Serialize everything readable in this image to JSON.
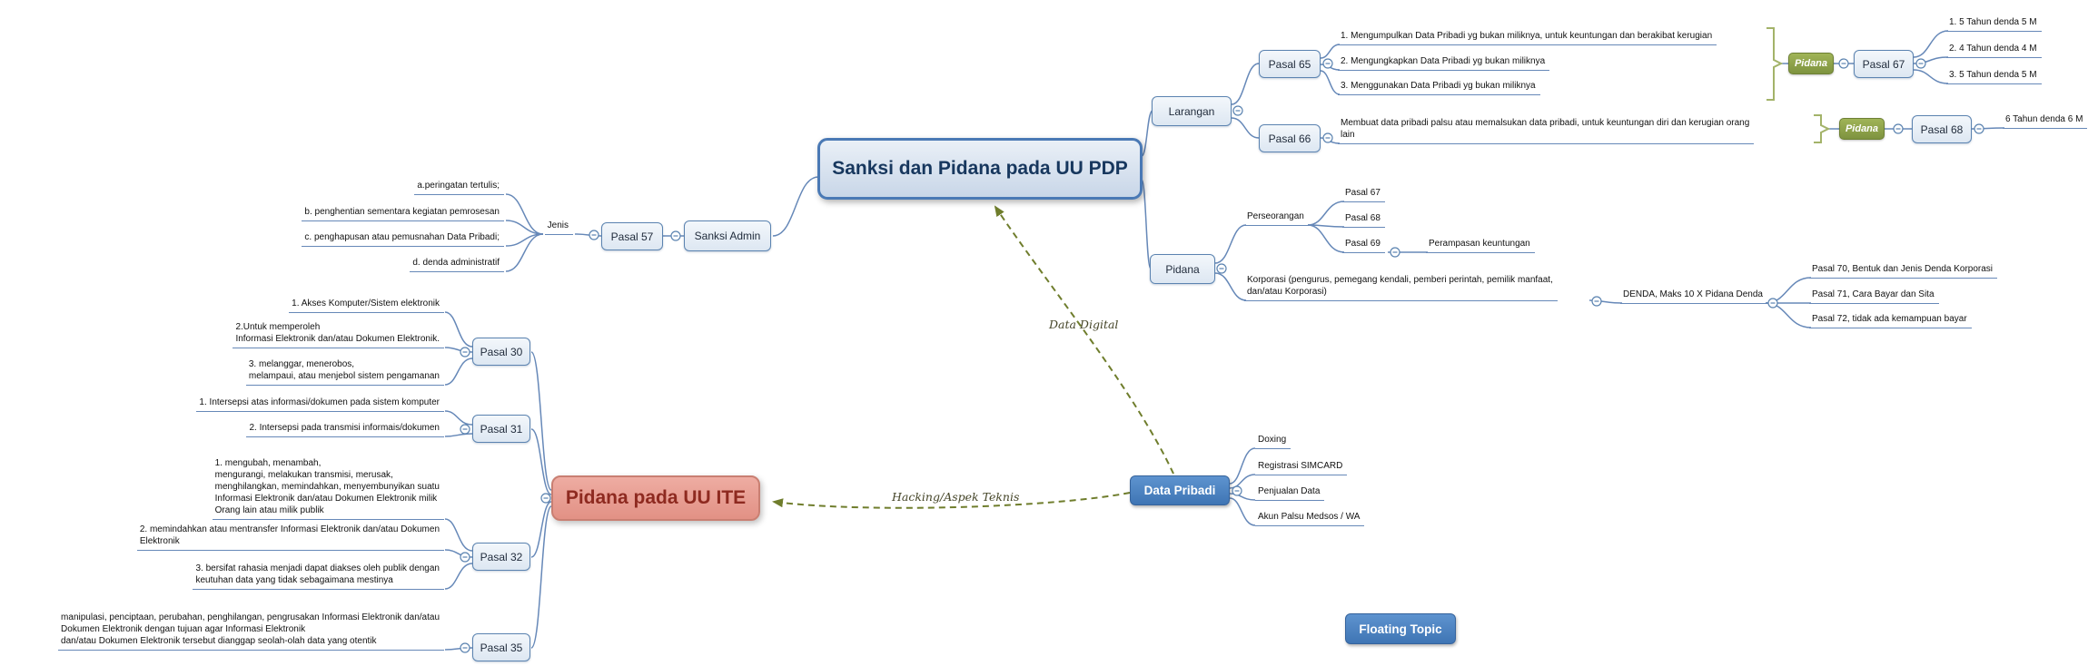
{
  "central": {
    "title": "Sanksi dan Pidana pada UU PDP"
  },
  "colors": {
    "node_border": "#5b83b0",
    "node_fill": "#e7eef7",
    "line_blue": "#6688b8",
    "accent_green": "#8a9e49",
    "accent_blue": "#4f86c6",
    "salmon": "#e9a096",
    "salmon_text": "#8e2a20",
    "relation_olive": "#6f7d2c",
    "bracket_green": "#a3b369"
  },
  "branches": {
    "larangan": {
      "label": "Larangan",
      "pasal65": {
        "label": "Pasal 65",
        "items": [
          "1. Mengumpulkan Data Pribadi yg bukan miliknya, untuk keuntungan dan berakibat kerugian",
          "2. Mengungkapkan Data Pribadi yg bukan miliknya",
          "3. Menggunakan Data Pribadi yg bukan miliknya"
        ]
      },
      "pidana1": "Pidana",
      "pasal67": {
        "label": "Pasal 67",
        "items": [
          "1. 5 Tahun denda 5 M",
          "2. 4 Tahun denda 4 M",
          "3. 5 Tahun denda 5 M"
        ]
      },
      "pasal66": {
        "label": "Pasal 66",
        "desc": "Membuat data pribadi palsu atau memalsukan data pribadi, untuk keuntungan diri dan kerugian orang\nlain"
      },
      "pidana2": "Pidana",
      "pasal68": {
        "label": "Pasal 68",
        "desc": "6 Tahun denda 6 M"
      }
    },
    "pidana": {
      "label": "Pidana",
      "perseorangan": {
        "label": "Perseorangan",
        "items": [
          "Pasal 67",
          "Pasal 68",
          "Pasal 69"
        ],
        "perampasan": "Perampasan keuntungan"
      },
      "korporasi": {
        "label": "Korporasi (pengurus, pemegang kendali, pemberi perintah, pemilik manfaat,\ndan/atau Korporasi)",
        "denda": "DENDA, Maks 10 X Pidana Denda",
        "items": [
          "Pasal 70, Bentuk dan Jenis Denda Korporasi",
          "Pasal 71, Cara Bayar dan Sita",
          "Pasal 72, tidak ada kemampuan bayar"
        ]
      }
    },
    "sanksi": {
      "label": "Sanksi Admin",
      "pasal57": "Pasal 57",
      "jenis": "Jenis",
      "items": [
        "a.peringatan tertulis;",
        "b. penghentian sementara kegiatan pemrosesan",
        "c. penghapusan atau pemusnahan Data Pribadi;",
        "d. denda administratif"
      ]
    }
  },
  "uuite": {
    "title": "Pidana pada UU ITE",
    "pasal30": {
      "label": "Pasal 30",
      "items": [
        "1. Akses Komputer/Sistem elektronik",
        "2.Untuk memperoleh\nInformasi Elektronik dan/atau Dokumen Elektronik.",
        "3. melanggar, menerobos,\nmelampaui, atau menjebol sistem pengamanan"
      ]
    },
    "pasal31": {
      "label": "Pasal 31",
      "items": [
        "1. Intersepsi atas informasi/dokumen pada sistem komputer",
        "2. Intersepsi pada transmisi informais/dokumen"
      ]
    },
    "pasal32": {
      "label": "Pasal 32",
      "items": [
        "1. mengubah, menambah,\nmengurangi, melakukan transmisi, merusak,\nmenghilangkan, memindahkan, menyembunyikan suatu\nInformasi Elektronik dan/atau Dokumen Elektronik milik\nOrang lain atau milik publik",
        "2. memindahkan atau mentransfer Informasi Elektronik dan/atau Dokumen\nElektronik",
        "3. bersifat rahasia menjadi dapat diakses oleh publik dengan\nkeutuhan data yang tidak sebagaimana mestinya"
      ]
    },
    "pasal35": {
      "label": "Pasal 35",
      "items": [
        "manipulasi, penciptaan, perubahan, penghilangan, pengrusakan Informasi Elektronik dan/atau\nDokumen Elektronik dengan tujuan agar Informasi Elektronik\ndan/atau Dokumen Elektronik tersebut dianggap seolah-olah data yang otentik"
      ]
    }
  },
  "dataPribadi": {
    "label": "Data Pribadi",
    "items": [
      "Doxing",
      "Registrasi SIMCARD",
      "Penjualan Data",
      "Akun Palsu Medsos / WA"
    ]
  },
  "floating": {
    "label": "Floating Topic"
  },
  "relations": {
    "dataDigital": "Data Digital",
    "hacking": "Hacking/Aspek Teknis"
  }
}
